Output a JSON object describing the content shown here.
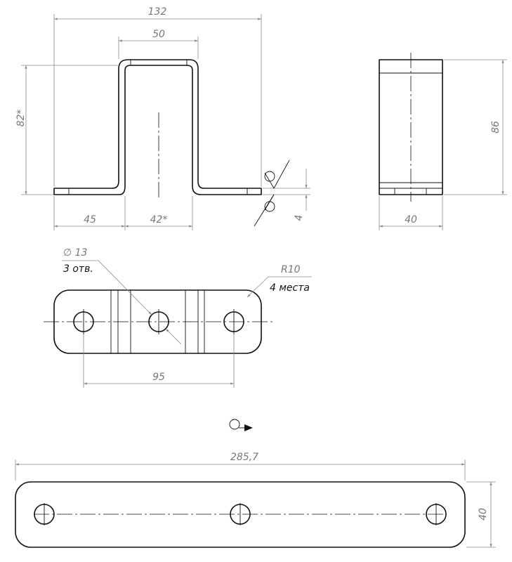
{
  "drawing": {
    "dimensions": {
      "overall_width": "132",
      "top_width": "50",
      "height_left": "82*",
      "height_right": "86",
      "left_flange": "45",
      "inner_width": "42*",
      "side_width": "40",
      "thickness": "4",
      "hole_pitch": "95",
      "flat_length": "285,7",
      "flat_width": "40"
    },
    "notes": {
      "hole_diameter": "∅ 13",
      "hole_count": "3 отв.",
      "radius": "R10",
      "radius_count": "4 места"
    }
  }
}
